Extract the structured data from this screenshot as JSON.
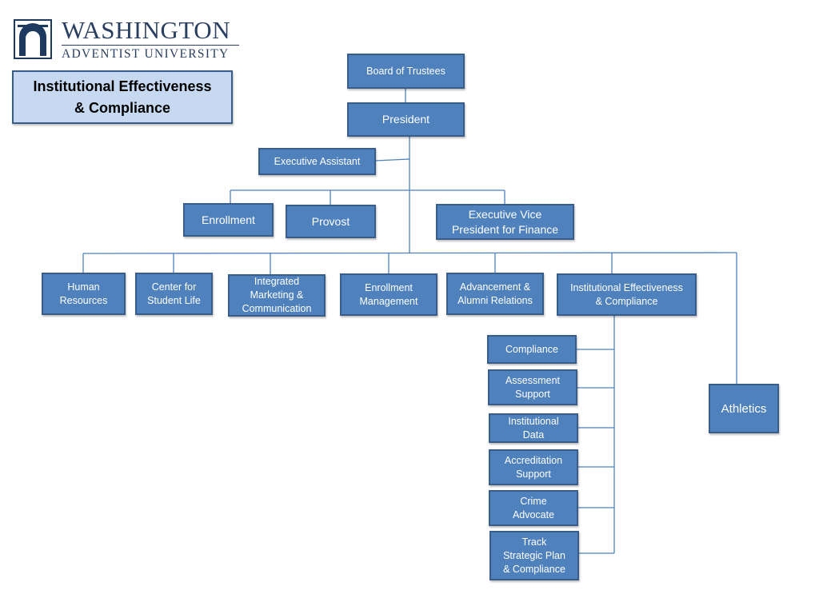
{
  "logo": {
    "name": "WASHINGTON",
    "subtitle": "ADVENTIST UNIVERSITY"
  },
  "page_title": "Institutional Effectiveness\n& Compliance",
  "org_chart": {
    "board": "Board of Trustees",
    "president": "President",
    "executive_assistant": "Executive  Assistant",
    "enrollment": "Enrollment",
    "provost": "Provost",
    "evp_finance": "Executive Vice\nPresident for Finance",
    "departments": {
      "human_resources": "Human\nResources",
      "student_life": "Center for\nStudent Life",
      "marketing": "Integrated\nMarketing &\nCommunication",
      "enrollment_management": "Enrollment\nManagement",
      "advancement": "Advancement  &\nAlumni Relations",
      "institutional_effectiveness": "Institutional Effectiveness\n& Compliance"
    },
    "ie_units": {
      "compliance": "Compliance",
      "assessment": "Assessment\nSupport",
      "institutional_data": "Institutional\nData",
      "accreditation": "Accreditation\nSupport",
      "crime_advocate": "Crime\nAdvocate",
      "strategic_plan": "Track\nStrategic Plan\n& Compliance"
    },
    "athletics": "Athletics"
  },
  "colors": {
    "box_fill": "#4f81bd",
    "box_border": "#385d8a",
    "title_fill": "#c6d9f1",
    "logo_navy": "#2a3f5f"
  }
}
